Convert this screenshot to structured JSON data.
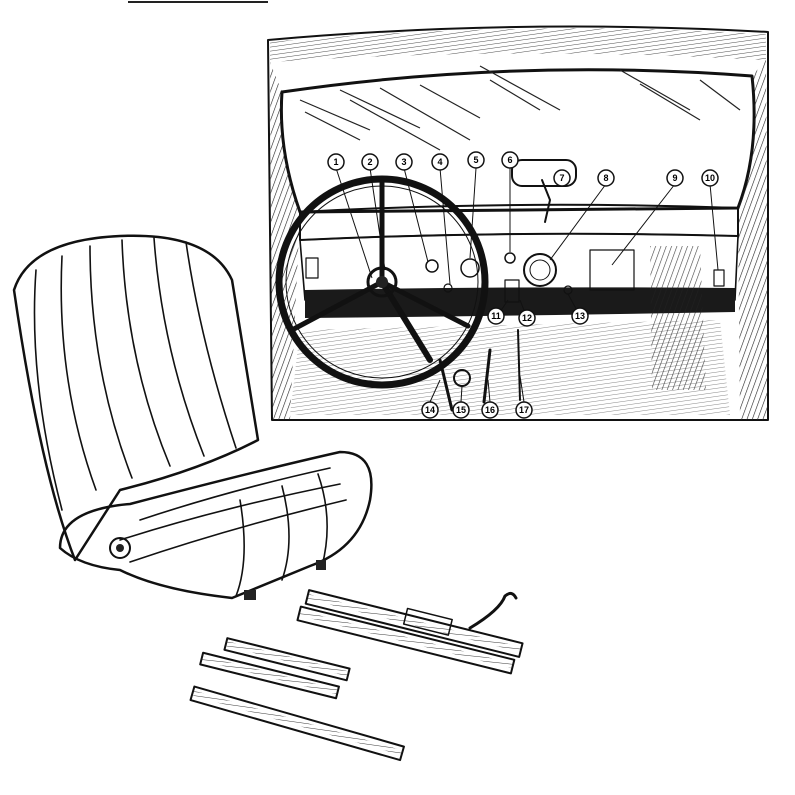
{
  "diagram": {
    "callouts": [
      {
        "label": "1"
      },
      {
        "label": "2"
      },
      {
        "label": "3"
      },
      {
        "label": "4"
      },
      {
        "label": "5"
      },
      {
        "label": "6"
      },
      {
        "label": "7"
      },
      {
        "label": "8"
      },
      {
        "label": "9"
      },
      {
        "label": "10"
      },
      {
        "label": "11"
      },
      {
        "label": "12"
      },
      {
        "label": "13"
      },
      {
        "label": "14"
      },
      {
        "label": "15"
      },
      {
        "label": "16"
      },
      {
        "label": "17"
      }
    ]
  }
}
